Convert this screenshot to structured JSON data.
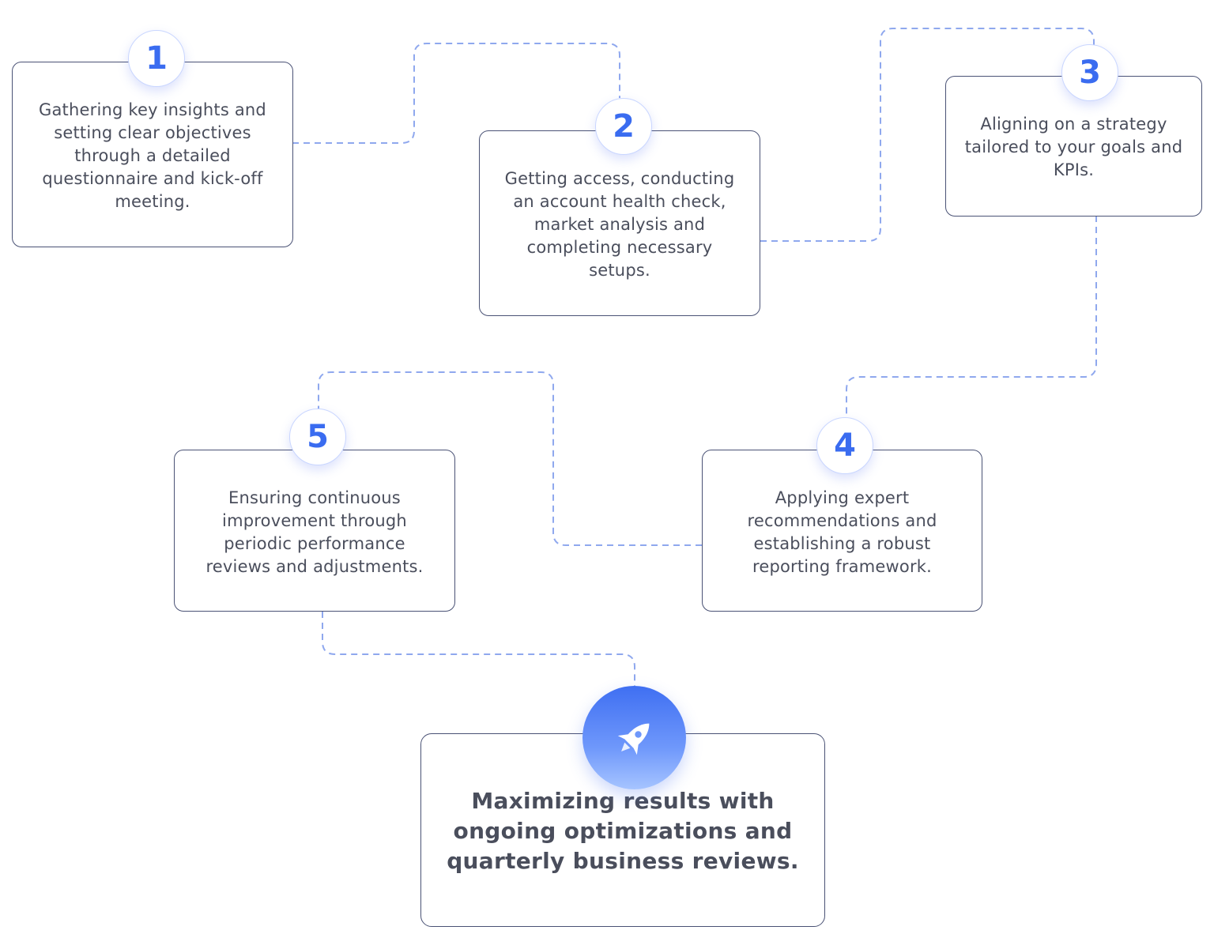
{
  "colors": {
    "accent": "#3a6cf0",
    "connector": "#8fa8ee",
    "card_border": "#4a5275",
    "text": "#4a4e5c"
  },
  "steps": [
    {
      "number": "1",
      "text": "Gathering key insights and setting clear objectives through a detailed questionnaire and kick-off meeting."
    },
    {
      "number": "2",
      "text": "Getting access, conducting an account health check, market analysis and completing necessary setups."
    },
    {
      "number": "3",
      "text": "Aligning on a strategy tailored to your goals and KPIs."
    },
    {
      "number": "4",
      "text": "Applying expert recommendations and establishing a robust reporting framework."
    },
    {
      "number": "5",
      "text": "Ensuring continuous improvement through periodic performance reviews and adjustments."
    }
  ],
  "final": {
    "icon": "rocket-icon",
    "text": "Maximizing results with ongoing optimizations and quarterly business reviews."
  }
}
